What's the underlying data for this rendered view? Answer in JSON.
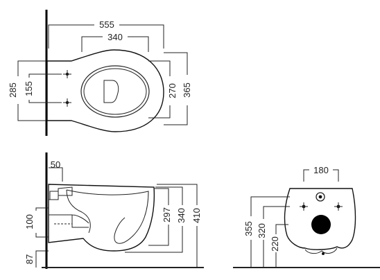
{
  "top_view": {
    "overall_length": "555",
    "seat_length": "340",
    "overall_width": "285",
    "fixing_spacing": "155",
    "bowl_inner_width": "270",
    "bowl_outer_width": "365"
  },
  "side_view": {
    "wall_offset": "50",
    "outlet_height": "100",
    "base_offset": "87",
    "height_1": "297",
    "height_2": "340",
    "height_3": "410"
  },
  "rear_view": {
    "fixing_spacing": "180",
    "fixing_height": "355",
    "inlet_height": "320",
    "outlet_height": "220"
  }
}
